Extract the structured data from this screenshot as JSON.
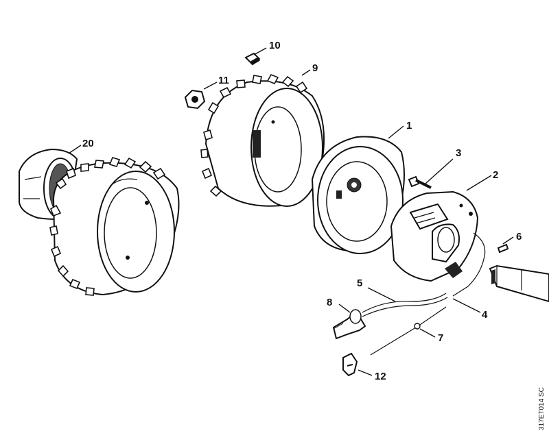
{
  "callouts": [
    {
      "id": "1",
      "text": "1"
    },
    {
      "id": "2",
      "text": "2"
    },
    {
      "id": "3",
      "text": "3"
    },
    {
      "id": "4",
      "text": "4"
    },
    {
      "id": "5",
      "text": "5"
    },
    {
      "id": "6",
      "text": "6"
    },
    {
      "id": "7",
      "text": "7"
    },
    {
      "id": "8",
      "text": "8"
    },
    {
      "id": "9",
      "text": "9"
    },
    {
      "id": "10",
      "text": "10"
    },
    {
      "id": "11",
      "text": "11"
    },
    {
      "id": "12",
      "text": "12"
    },
    {
      "id": "20",
      "text": "20"
    }
  ],
  "drawing_code": "317ET014 SC"
}
